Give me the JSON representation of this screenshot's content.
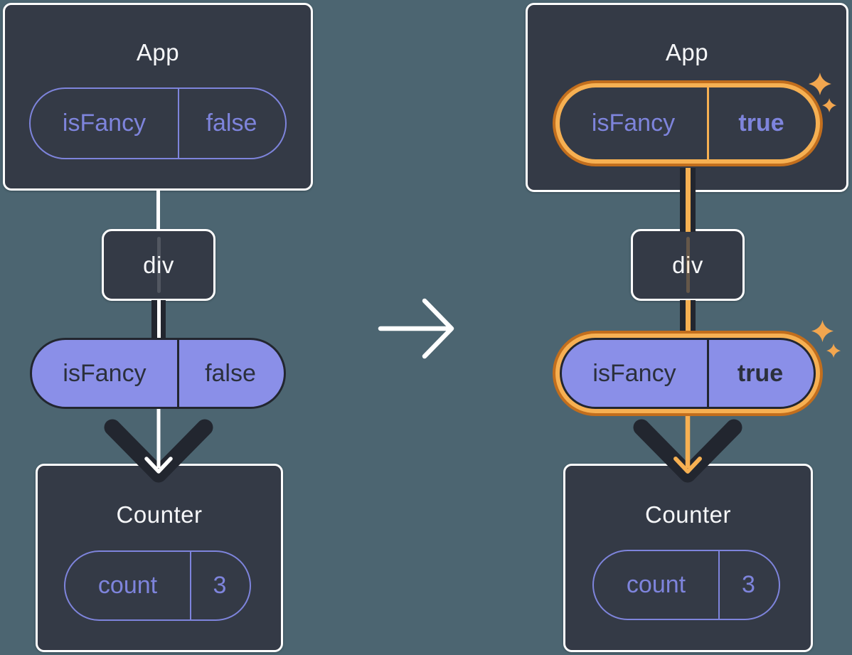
{
  "before": {
    "app": {
      "title": "App"
    },
    "app_prop": {
      "name": "isFancy",
      "value": "false"
    },
    "div": {
      "label": "div"
    },
    "passed_prop": {
      "name": "isFancy",
      "value": "false"
    },
    "counter": {
      "title": "Counter"
    },
    "counter_state": {
      "name": "count",
      "value": "3"
    }
  },
  "after": {
    "app": {
      "title": "App"
    },
    "app_prop": {
      "name": "isFancy",
      "value": "true"
    },
    "div": {
      "label": "div"
    },
    "passed_prop": {
      "name": "isFancy",
      "value": "true"
    },
    "counter": {
      "title": "Counter"
    },
    "counter_state": {
      "name": "count",
      "value": "3"
    }
  },
  "colors": {
    "background": "#4C6571",
    "card": "#343A46",
    "card_border": "#FFFFFF",
    "purple_outline": "#7E84DC",
    "purple_fill": "#8A8FE8",
    "dark_ink": "#22262F",
    "highlight_orange": "#F6B052",
    "highlight_orange_dark": "#C26E1D",
    "text_light": "#F6F7F9"
  }
}
